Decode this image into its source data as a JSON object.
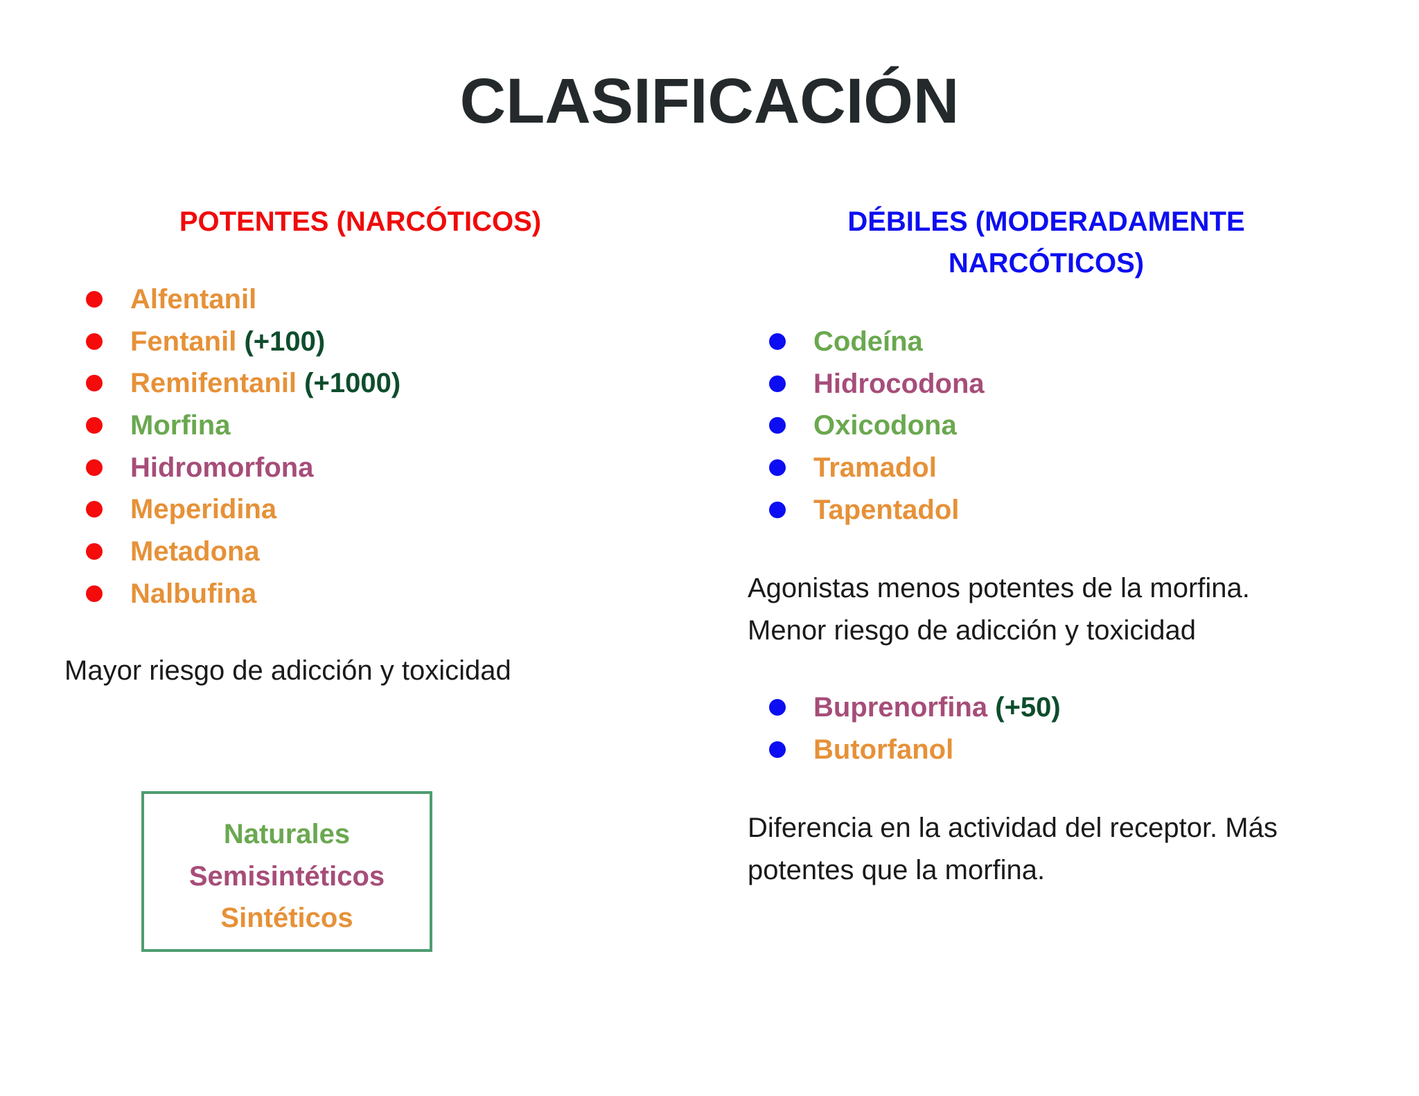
{
  "title": "CLASIFICACIÓN",
  "colors": {
    "title": "#242a2c",
    "potent_heading": "#f00a0a",
    "weak_heading": "#0d0ef1",
    "natural": "#6aa84f",
    "semisynthetic": "#a64d79",
    "synthetic": "#e69138",
    "potency_number": "#0e4d2c",
    "box_border": "#4e9d6f"
  },
  "left": {
    "heading": "POTENTES (NARCÓTICOS)",
    "items": [
      {
        "name": "Alfentanil",
        "extra": "",
        "color": "#e69138"
      },
      {
        "name": "Fentanil",
        "extra": "(+100)",
        "color": "#e69138"
      },
      {
        "name": "Remifentanil",
        "extra": "(+1000)",
        "color": "#e69138"
      },
      {
        "name": "Morfina",
        "extra": "",
        "color": "#6aa84f"
      },
      {
        "name": "Hidromorfona",
        "extra": "",
        "color": "#a64d79"
      },
      {
        "name": "Meperidina",
        "extra": "",
        "color": "#e69138"
      },
      {
        "name": "Metadona",
        "extra": "",
        "color": "#e69138"
      },
      {
        "name": "Nalbufina",
        "extra": "",
        "color": "#e69138"
      }
    ],
    "note": "Mayor riesgo de adicción y toxicidad"
  },
  "right": {
    "heading_line1": "DÉBILES (MODERADAMENTE",
    "heading_line2": "NARCÓTICOS)",
    "items": [
      {
        "name": "Codeína",
        "extra": "",
        "color": "#6aa84f"
      },
      {
        "name": "Hidrocodona",
        "extra": "",
        "color": "#a64d79"
      },
      {
        "name": "Oxicodona",
        "extra": "",
        "color": "#6aa84f"
      },
      {
        "name": "Tramadol",
        "extra": "",
        "color": "#e69138"
      },
      {
        "name": "Tapentadol",
        "extra": "",
        "color": "#e69138"
      }
    ],
    "note_line1": "Agonistas menos potentes de la morfina.",
    "note_line2": "Menor riesgo de adicción y toxicidad",
    "items2": [
      {
        "name": "Buprenorfina",
        "extra": "(+50)",
        "color": "#a64d79"
      },
      {
        "name": "Butorfanol",
        "extra": "",
        "color": "#e69138"
      }
    ],
    "note2_line1": "Diferencia en la actividad del receptor.  Más",
    "note2_line2": "potentes que la morfina."
  },
  "legend": {
    "natural": "Naturales",
    "semisynthetic": "Semisintéticos",
    "synthetic": "Sintéticos"
  }
}
